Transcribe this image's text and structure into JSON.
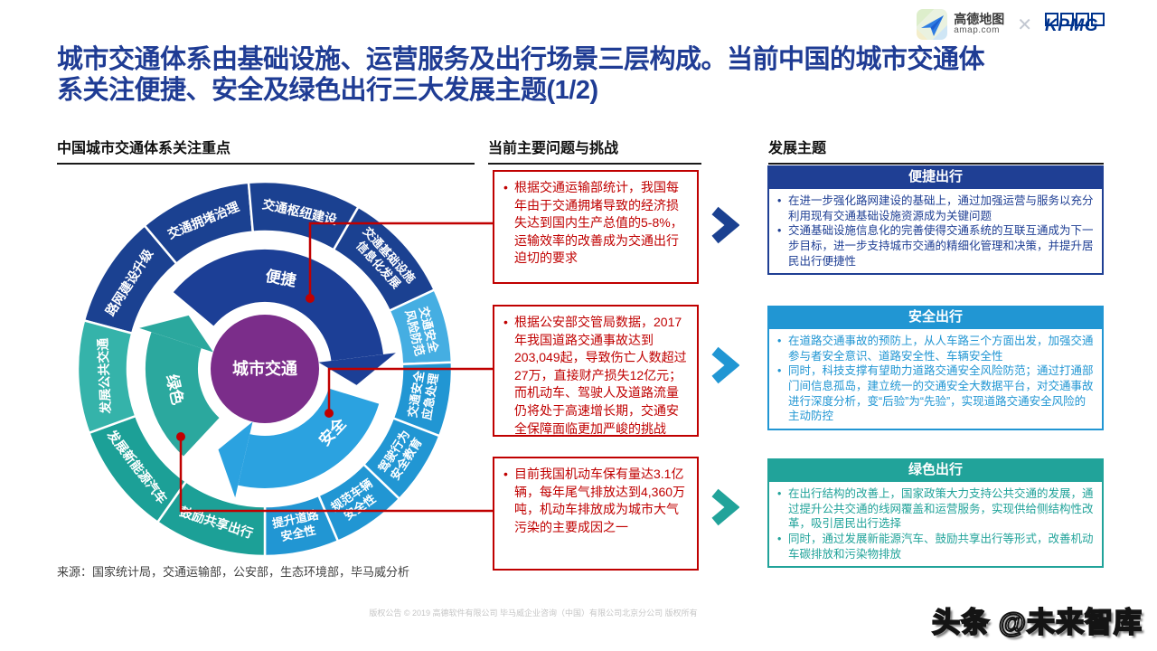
{
  "logos": {
    "amap_name": "高德地图",
    "amap_domain": "amap.com",
    "separator": "✕",
    "kpmg": "KPMG",
    "kpmg_color": "#00338D"
  },
  "title": {
    "line1": "城市交通体系由基础设施、运营服务及出行场景三层构成。当前中国的城市交通体",
    "line2": "系关注便捷、安全及绿色出行三大发展主题(1/2)",
    "color": "#1F3C94"
  },
  "columns": {
    "left": "中国城市交通体系关注重点",
    "middle": "当前主要问题与挑战",
    "right": "发展主题"
  },
  "diagram": {
    "center_label": "城市交通",
    "center_color": "#7B2D8A",
    "segments": [
      {
        "lines": [
          "路网建设升级"
        ],
        "a0": -75,
        "a1": -40,
        "color": "#1B4191"
      },
      {
        "lines": [
          "交通拥堵治理"
        ],
        "a0": -40,
        "a1": -5,
        "color": "#1B4191"
      },
      {
        "lines": [
          "交通枢纽建设"
        ],
        "a0": -5,
        "a1": 30,
        "color": "#1B4191"
      },
      {
        "lines": [
          "交通基础设施",
          "信息化发展"
        ],
        "a0": 30,
        "a1": 65,
        "color": "#1B4191"
      },
      {
        "lines": [
          "交通安全",
          "风险防范"
        ],
        "a0": 65,
        "a1": 88,
        "color": "#45AEE2"
      },
      {
        "lines": [
          "交通安全",
          "应急处理"
        ],
        "a0": 88,
        "a1": 111,
        "color": "#2196D3"
      },
      {
        "lines": [
          "驾驶行为",
          "安全教育"
        ],
        "a0": 111,
        "a1": 134,
        "color": "#2196D3"
      },
      {
        "lines": [
          "规范车辆",
          "安全性"
        ],
        "a0": 134,
        "a1": 157,
        "color": "#2196D3"
      },
      {
        "lines": [
          "提升道路",
          "安全性"
        ],
        "a0": 157,
        "a1": 180,
        "color": "#2196D3"
      },
      {
        "lines": [
          "鼓励共享出行"
        ],
        "a0": 180,
        "a1": 215,
        "color": "#1CA097"
      },
      {
        "lines": [
          "发展新能源汽车"
        ],
        "a0": 215,
        "a1": 250,
        "color": "#1CA097"
      },
      {
        "lines": [
          "发展公共交通"
        ],
        "a0": 250,
        "a1": 285,
        "color": "#35B3AA"
      }
    ],
    "arcs": [
      {
        "label": "便捷",
        "color": "#1C3F96",
        "tail": -50,
        "head": 83,
        "tip": 100,
        "label_angle": 10
      },
      {
        "label": "安全",
        "color": "#2BA2E0",
        "tail": 107,
        "head": 193,
        "tip": 210,
        "label_angle": 133
      },
      {
        "label": "绿色",
        "color": "#2BA89E",
        "tail": 223,
        "head": 288,
        "tip": 305,
        "label_angle": 257
      }
    ],
    "connectors": [
      {
        "dot": [
          343,
          330
        ],
        "elbow": [
          343,
          247
        ],
        "end": [
          545,
          247
        ]
      },
      {
        "dot": [
          364,
          457
        ],
        "elbow": [
          364,
          408
        ],
        "end": [
          545,
          408
        ]
      },
      {
        "dot": [
          200,
          483
        ],
        "elbow": [
          200,
          565
        ],
        "end": [
          545,
          565
        ]
      }
    ],
    "connector_color": "#C00000"
  },
  "problems": [
    {
      "bullets": [
        "根据交通运输部统计，我国每年由于交通拥堵导致的经济损失达到国内生产总值的5-8%，运输效率的改善成为交通出行迫切的要求"
      ]
    },
    {
      "bullets": [
        "根据公安部交管局数据，2017年我国道路交通事故达到203,049起，导致伤亡人数超过27万，直接财产损失12亿元；而机动车、驾驶人及道路流量仍将处于高速增长期，交通安全保障面临更加严峻的挑战"
      ]
    },
    {
      "bullets": [
        "目前我国机动车保有量达3.1亿辆，每年尾气排放达到4,360万吨，机动车排放成为城市大气污染的主要成因之一"
      ]
    }
  ],
  "problem_color": "#C00000",
  "chevrons": [
    {
      "color": "#1B4191"
    },
    {
      "color": "#2196D3"
    },
    {
      "color": "#21A39A"
    }
  ],
  "themes": [
    {
      "title": "便捷出行",
      "color": "#1F3F94",
      "bullets": [
        "在进一步强化路网建设的基础上，通过加强运营与服务以充分利用现有交通基础设施资源成为关键问题",
        "交通基础设施信息化的完善使得交通系统的互联互通成为下一步目标，进一步支持城市交通的精细化管理和决策，并提升居民出行便捷性"
      ]
    },
    {
      "title": "安全出行",
      "color": "#2196D3",
      "bullets": [
        "在道路交通事故的预防上，从人车路三个方面出发，加强交通参与者安全意识、道路安全性、车辆安全性",
        "同时，科技支撑有望助力道路交通安全风险防范；通过打通部门间信息孤岛，建立统一的交通安全大数据平台，对交通事故进行深度分析，变“后验”为“先验”，实现道路交通安全风险的主动防控"
      ]
    },
    {
      "title": "绿色出行",
      "color": "#21A39A",
      "bullets": [
        "在出行结构的改善上，国家政策大力支持公共交通的发展，通过提升公共交通的线网覆盖和运营服务，实现供给侧结构性改革，吸引居民出行选择",
        "同时，通过发展新能源汽车、鼓励共享出行等形式，改善机动车碳排放和污染物排放"
      ]
    }
  ],
  "footer": {
    "source": "来源：国家统计局，交通运输部，公安部，生态环境部，毕马威分析",
    "copyright": "版权公告 © 2019 高德软件有限公司 毕马威企业咨询（中国）有限公司北京分公司 版权所有",
    "watermark": "头条 @未来智库"
  }
}
